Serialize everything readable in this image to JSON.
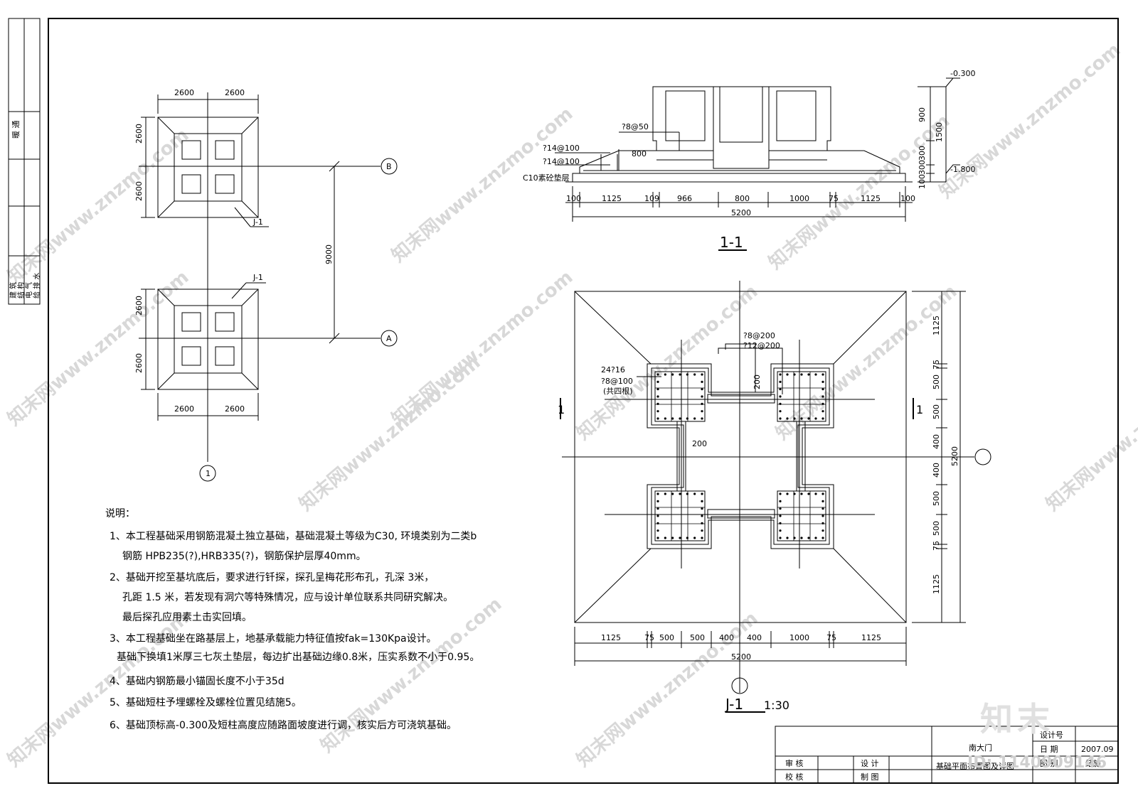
{
  "side_strip": {
    "labels": [
      "暖 通",
      "建 筑",
      "结 构",
      "电 气",
      "给 排 水"
    ]
  },
  "plan": {
    "dims_top": [
      "2600",
      "2600"
    ],
    "dims_left_upper": [
      "2600",
      "2600"
    ],
    "dims_left_lower": [
      "2600",
      "2600"
    ],
    "dims_bottom": [
      "2600",
      "2600"
    ],
    "span": "9000",
    "axis_b": "B",
    "axis_a": "A",
    "axis_1": "1",
    "footing_label": "J-1"
  },
  "section": {
    "title": "1-1",
    "elev_top": "-0.300",
    "elev_bottom": "-1.800",
    "vert_dims": [
      "900",
      "1500",
      "300",
      "100",
      "300"
    ],
    "rebar_labels": [
      "?8@50",
      "?14@100",
      "?14@100"
    ],
    "dim_800": "800",
    "pad_label": "C10素砼垫层",
    "horiz_dims": [
      "100",
      "1125",
      "109",
      "966",
      "800",
      "1000",
      "75",
      "1125",
      "100"
    ],
    "total": "5200"
  },
  "detail": {
    "title": "J-1",
    "scale": "1:30",
    "section_mark_left": "1",
    "section_mark_right": "1",
    "rebar_main": "24?16",
    "rebar_stirrup": "?8@100",
    "rebar_note": "(共四根)",
    "rebar_top1": "?8@200",
    "rebar_top2": "?12@200",
    "dim_200a": "200",
    "dim_200b": "200",
    "bottom_dims": [
      "1125",
      "75",
      "500",
      "500",
      "400",
      "400",
      "1000",
      "75",
      "1125"
    ],
    "right_dims": [
      "1125",
      "75",
      "500",
      "500",
      "400",
      "400",
      "500",
      "500",
      "75",
      "1125"
    ],
    "total_right": "5200",
    "total_bottom": "5200"
  },
  "notes": {
    "heading": "说明：",
    "lines": [
      "1、本工程基础采用钢筋混凝土独立基础，基础混凝土等级为C30, 环境类别为二类b",
      "钢筋 HPB235(?),HRB335(?)，钢筋保护层厚40mm。",
      "2、基础开挖至基坑底后，要求进行钎探，探孔呈梅花形布孔，孔深 3米，",
      "孔距 1.5 米，若发现有洞穴等特殊情况，应与设计单位联系共同研究解决。",
      "最后探孔应用素土击实回填。",
      "3、本工程基础坐在路基层上，地基承载能力特征值按fak=130Kpa设计。",
      "基础下换填1米厚三七灰土垫层，每边扩出基础边缘0.8米，压实系数不小于0.95。",
      "4、基础内钢筋最小锚固长度不小于35d",
      "5、基础短柱予埋螺栓及螺栓位置见结施5。",
      "6、基础顶标高-0.300及短柱高度应随路面坡度进行调，核实后方可浇筑基础。"
    ]
  },
  "title_block": {
    "project": "南大门",
    "drawing": "基础平面布置图及详图",
    "review": "审 核",
    "check": "校 核",
    "design": "设 计",
    "draft": "制 图",
    "design_no": "设计号",
    "date_label": "日 期",
    "date": "2007.09",
    "sheet_label": "图 别",
    "sheet": "结施"
  },
  "watermarks": {
    "text": "知末网www.znzmo.com",
    "brand": "知末",
    "id": "ID: 1140909146"
  }
}
